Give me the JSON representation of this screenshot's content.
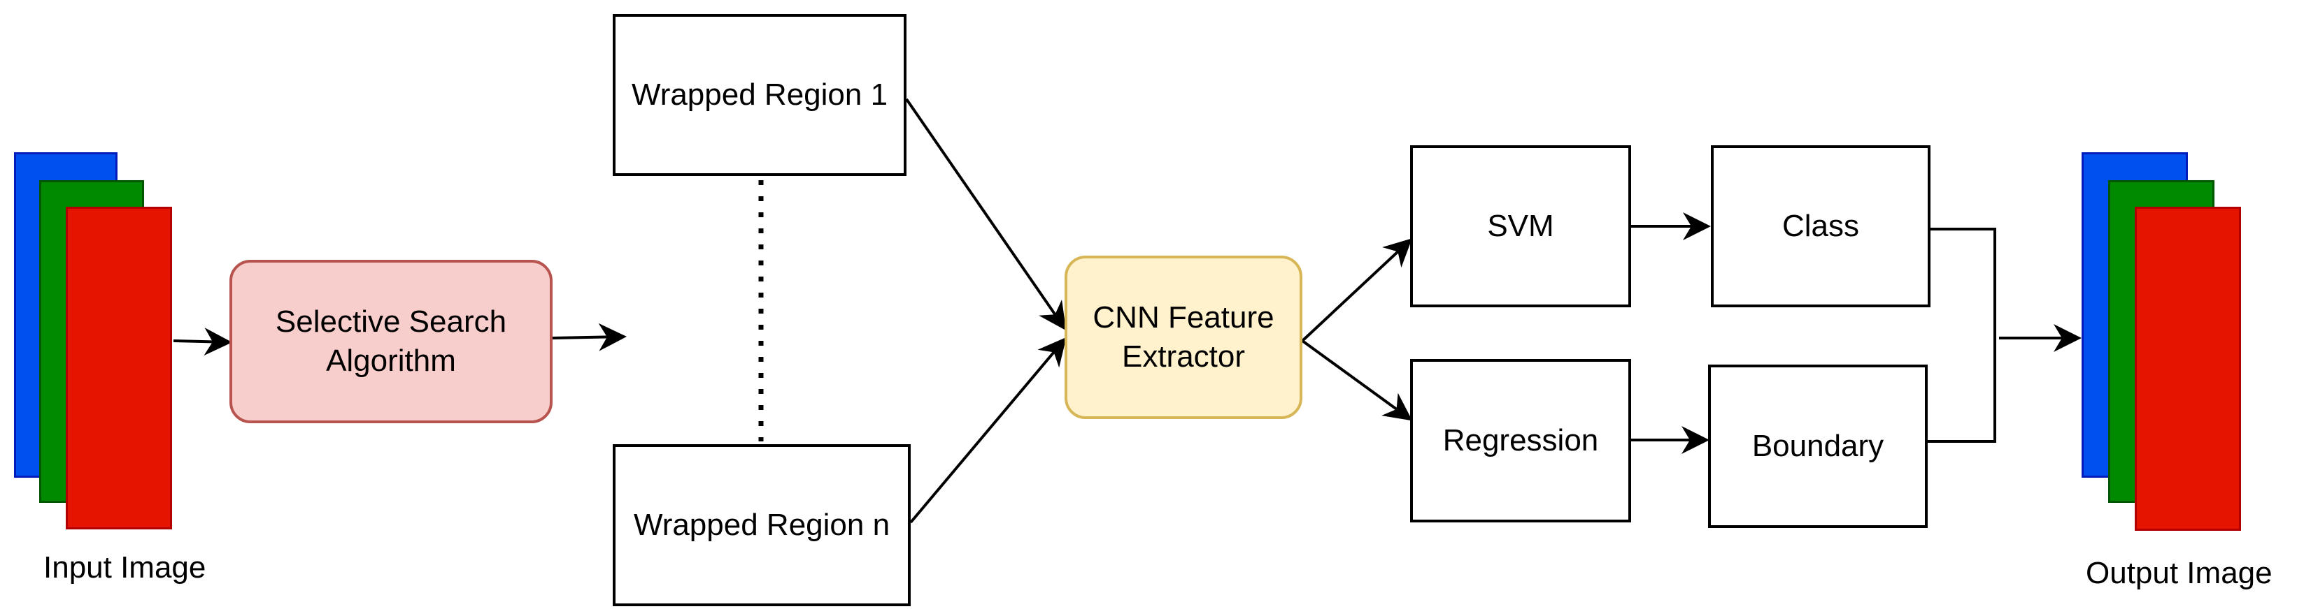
{
  "nodes": {
    "input_label": "Input Image",
    "output_label": "Output Image",
    "selective_search": "Selective Search\nAlgorithm",
    "wrapped_region_1": "Wrapped Region 1",
    "wrapped_region_n": "Wrapped Region n",
    "cnn": "CNN Feature\nExtractor",
    "svm": "SVM",
    "regression": "Regression",
    "class": "Class",
    "boundary": "Boundary"
  },
  "colors": {
    "image_blue": "#0050ef",
    "image_green": "#008a00",
    "image_red": "#e51400",
    "selective_fill": "#f8cecc",
    "selective_stroke": "#b85450",
    "cnn_fill": "#fff2cc",
    "cnn_stroke": "#d6b656"
  }
}
